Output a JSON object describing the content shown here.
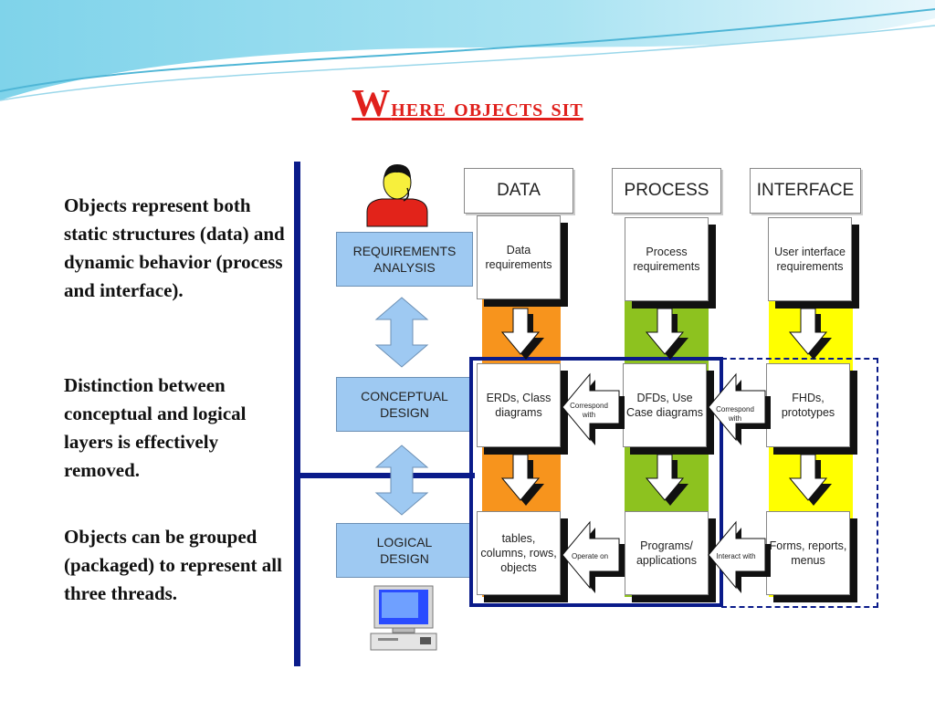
{
  "title": {
    "first": "W",
    "rest": "here objects sit"
  },
  "paragraphs": [
    "Objects represent both static structures (data) and dynamic behavior (process and interface).",
    "Distinction between conceptual and logical layers is effectively removed.",
    "Objects can be grouped (packaged) to represent all three threads."
  ],
  "layers": {
    "requirements": "REQUIREMENTS\nANALYSIS",
    "conceptual": "CONCEPTUAL\nDESIGN",
    "logical": "LOGICAL\nDESIGN"
  },
  "columns": {
    "data": "DATA",
    "process": "PROCESS",
    "interface": "INTERFACE"
  },
  "cards": {
    "data_req": "Data requirements",
    "process_req": "Process requirements",
    "ui_req": "User interface requirements",
    "erds": "ERDs, Class diagrams",
    "dfds": "DFDs, Use Case diagrams",
    "fhds": "FHDs, prototypes",
    "tables": "tables, columns, rows, objects",
    "programs": "Programs/ applications",
    "forms": "Forms, reports, menus"
  },
  "arrow_labels": {
    "correspond1": "Correspond with",
    "correspond2": "Correspond with",
    "operate": "Operate on",
    "interact": "Interact with"
  },
  "colors": {
    "title": "#e0201c",
    "data_band": "#f7941d",
    "process_band": "#8dc21f",
    "interface_band": "#ffff00",
    "layer_box": "#9ec9f2",
    "frame": "#0a1b8a"
  },
  "icons": [
    "person-icon",
    "computer-icon",
    "double-arrow-icon",
    "down-arrow-icon",
    "left-arrow-icon"
  ]
}
